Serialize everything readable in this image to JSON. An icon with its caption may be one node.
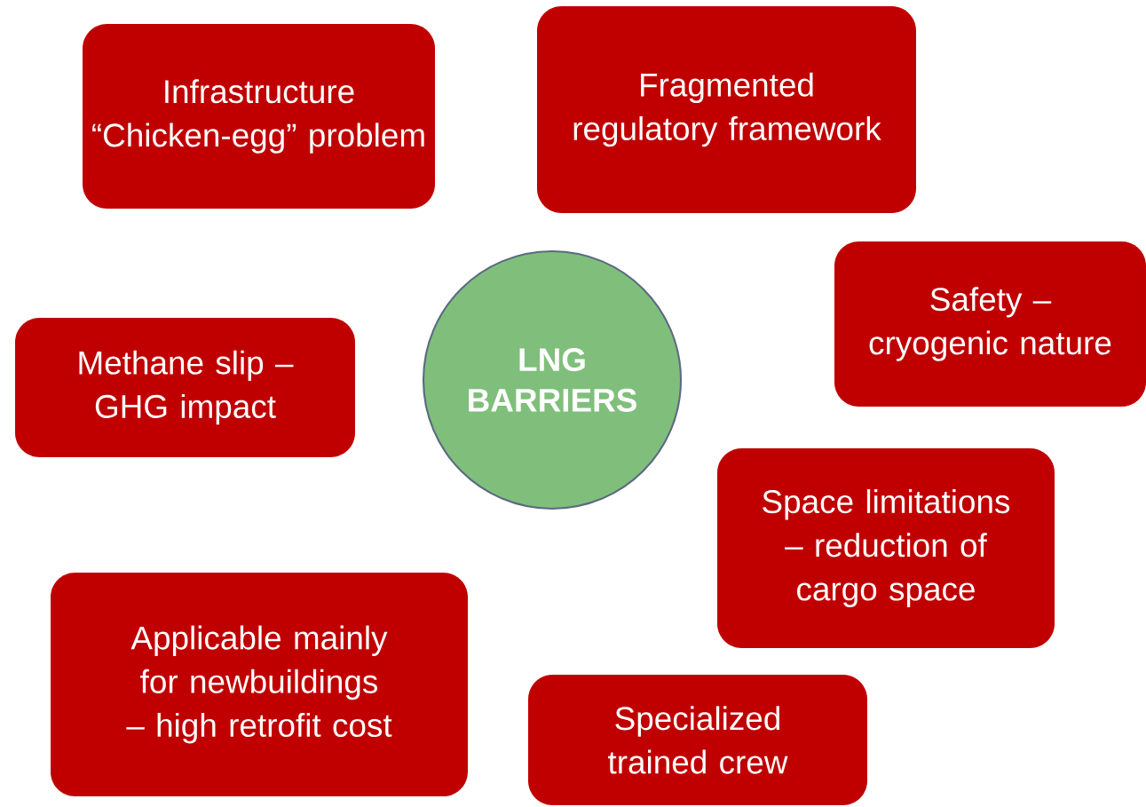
{
  "diagram": {
    "nodes": [
      {
        "text": [
          "Infrastructure “Chicken-egg” problem"
        ]
      },
      {
        "text": [
          "Fragmented regulatory framework"
        ]
      },
      {
        "text": [
          "Safety – cryogenic nature"
        ]
      },
      {
        "text": [
          "Methane slip – GHG impact"
        ]
      },
      {
        "text": [
          "LNG BARRIERS"
        ]
      },
      {
        "text": [
          "Space limitations – reduction of cargo space"
        ]
      },
      {
        "text": [
          "Applicable mainly for newbuildings – high retrofit cost"
        ]
      },
      {
        "text": [
          "Specialized trained crew"
        ]
      }
    ]
  }
}
